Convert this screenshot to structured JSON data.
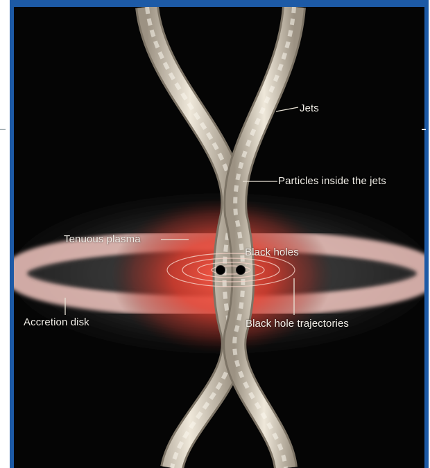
{
  "labels": {
    "jets": "Jets",
    "particles": "Particles inside the jets",
    "plasma": "Tenuous plasma",
    "black_holes": "Black holes",
    "accretion_disk": "Accretion disk",
    "trajectories": "Black hole trajectories"
  },
  "colors": {
    "background": "#050505",
    "frame": "#1d5aa6",
    "jet": "#e4dccb",
    "plasma": "#e23a2a",
    "disk": "#f2c7c0"
  }
}
